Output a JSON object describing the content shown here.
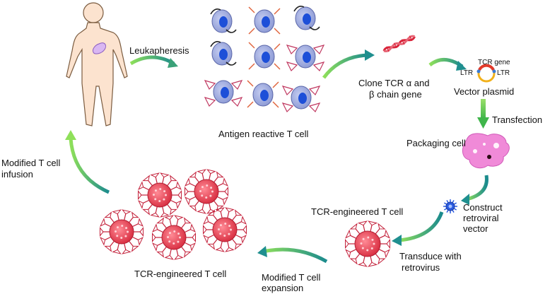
{
  "labels": {
    "leukapheresis": "Leukapheresis",
    "antigen_reactive": "Antigen reactive T cell",
    "clone_line1": "Clone TCR α and",
    "clone_line2": "β chain gene",
    "tcr_gene": "TCR gene",
    "ltr_left": "LTR",
    "ltr_right": "LTR",
    "vector_plasmid": "Vector plasmid",
    "transfection": "Transfection",
    "packaging_cell": "Packaging cell",
    "construct_line1": "Construct",
    "construct_line2": "retroviral",
    "construct_line3": "vector",
    "tcr_engineered_small": "TCR-engineered T cell",
    "transduce_line1": "Transduce with",
    "transduce_line2": "retrovirus",
    "expansion_line1": "Modified T cell",
    "expansion_line2": "expansion",
    "tcr_engineered_cluster": "TCR-engineered T cell",
    "infusion_line1": "Modified T cell",
    "infusion_line2": "infusion"
  },
  "colors": {
    "arrow_green": "#7dd957",
    "arrow_teal": "#1f8f8f",
    "body_fill": "#fce3cf",
    "organ_fill": "#d9b7f2",
    "tcell_fill": "#9aa6dc",
    "nucleus_fill": "#1d4fd8",
    "engineered_fill": "#e23a4e",
    "packaging_fill": "#f08ad8",
    "virus_fill": "#2a5be0"
  }
}
